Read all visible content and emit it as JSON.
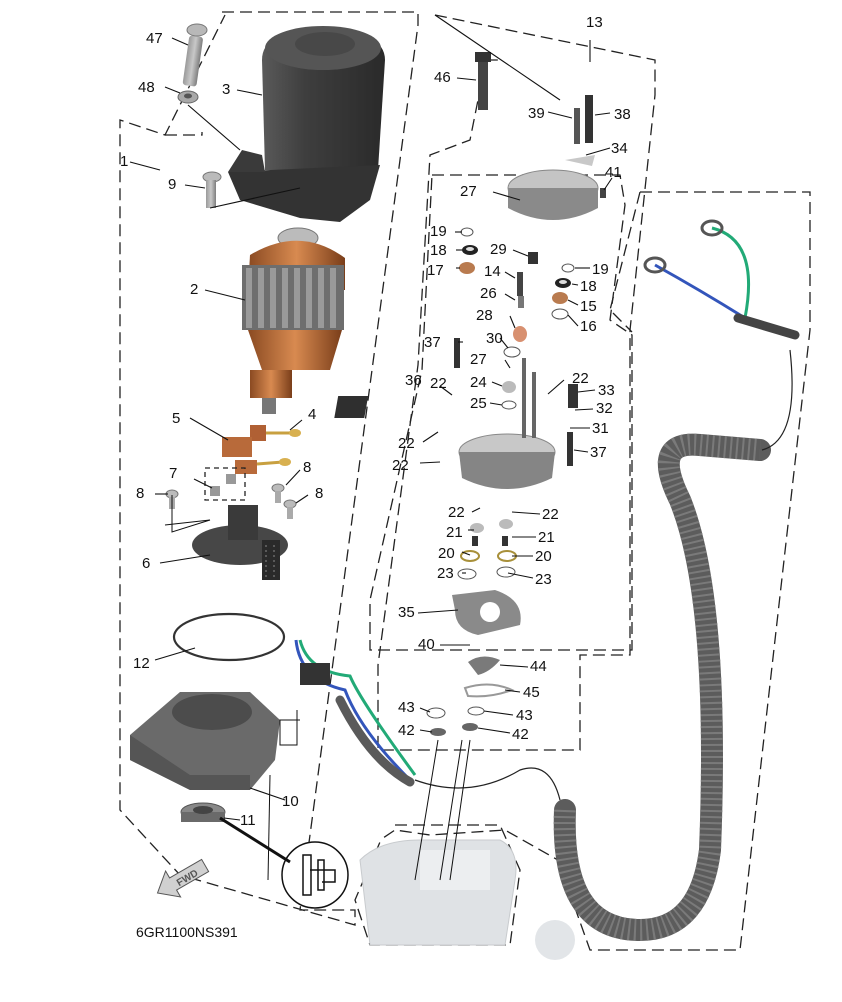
{
  "parts": [
    {
      "id": "p1",
      "label": "1"
    },
    {
      "id": "p2",
      "label": "2"
    },
    {
      "id": "p3",
      "label": "3"
    },
    {
      "id": "p4",
      "label": "4"
    },
    {
      "id": "p5",
      "label": "5"
    },
    {
      "id": "p6",
      "label": "6"
    },
    {
      "id": "p7",
      "label": "7"
    },
    {
      "id": "p8a",
      "label": "8"
    },
    {
      "id": "p8b",
      "label": "8"
    },
    {
      "id": "p8c",
      "label": "8"
    },
    {
      "id": "p9",
      "label": "9"
    },
    {
      "id": "p10",
      "label": "10"
    },
    {
      "id": "p11",
      "label": "11"
    },
    {
      "id": "p12",
      "label": "12"
    },
    {
      "id": "p13",
      "label": "13"
    },
    {
      "id": "p14",
      "label": "14"
    },
    {
      "id": "p15",
      "label": "15"
    },
    {
      "id": "p16",
      "label": "16"
    },
    {
      "id": "p17",
      "label": "17"
    },
    {
      "id": "p18a",
      "label": "18"
    },
    {
      "id": "p18b",
      "label": "18"
    },
    {
      "id": "p19a",
      "label": "19"
    },
    {
      "id": "p19b",
      "label": "19"
    },
    {
      "id": "p20a",
      "label": "20"
    },
    {
      "id": "p20b",
      "label": "20"
    },
    {
      "id": "p21a",
      "label": "21"
    },
    {
      "id": "p21b",
      "label": "21"
    },
    {
      "id": "p22a",
      "label": "22"
    },
    {
      "id": "p22b",
      "label": "22"
    },
    {
      "id": "p22c",
      "label": "22"
    },
    {
      "id": "p22d",
      "label": "22"
    },
    {
      "id": "p22e",
      "label": "22"
    },
    {
      "id": "p22f",
      "label": "22"
    },
    {
      "id": "p23a",
      "label": "23"
    },
    {
      "id": "p23b",
      "label": "23"
    },
    {
      "id": "p24",
      "label": "24"
    },
    {
      "id": "p25",
      "label": "25"
    },
    {
      "id": "p26",
      "label": "26"
    },
    {
      "id": "p27a",
      "label": "27"
    },
    {
      "id": "p27b",
      "label": "27"
    },
    {
      "id": "p28",
      "label": "28"
    },
    {
      "id": "p29",
      "label": "29"
    },
    {
      "id": "p30",
      "label": "30"
    },
    {
      "id": "p31",
      "label": "31"
    },
    {
      "id": "p32",
      "label": "32"
    },
    {
      "id": "p33",
      "label": "33"
    },
    {
      "id": "p34",
      "label": "34"
    },
    {
      "id": "p35",
      "label": "35"
    },
    {
      "id": "p36",
      "label": "36"
    },
    {
      "id": "p37a",
      "label": "37"
    },
    {
      "id": "p37b",
      "label": "37"
    },
    {
      "id": "p38",
      "label": "38"
    },
    {
      "id": "p39",
      "label": "39"
    },
    {
      "id": "p40",
      "label": "40"
    },
    {
      "id": "p41",
      "label": "41"
    },
    {
      "id": "p42a",
      "label": "42"
    },
    {
      "id": "p42b",
      "label": "42"
    },
    {
      "id": "p43a",
      "label": "43"
    },
    {
      "id": "p43b",
      "label": "43"
    },
    {
      "id": "p44",
      "label": "44"
    },
    {
      "id": "p45",
      "label": "45"
    },
    {
      "id": "p46",
      "label": "46"
    },
    {
      "id": "p47",
      "label": "47"
    },
    {
      "id": "p48",
      "label": "48"
    }
  ],
  "fwd_label": "FWD",
  "diagram_code": "6GR1100NS391",
  "colors": {
    "housing": "#4a4a4a",
    "copper": "#b86a3a",
    "wire_blue": "#3355bb",
    "wire_green": "#22aa77",
    "hose": "#5c5c5c",
    "ghost": "#d8dbde"
  }
}
